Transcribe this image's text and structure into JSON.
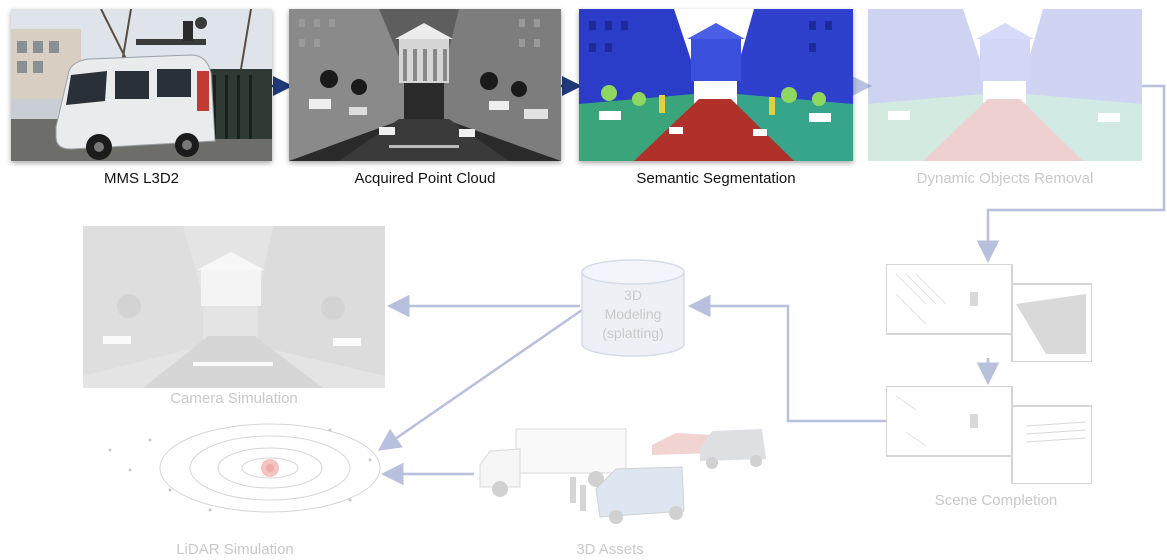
{
  "pipeline": {
    "stages": [
      {
        "label": "MMS L3D2",
        "active": true
      },
      {
        "label": "Acquired Point Cloud",
        "active": true
      },
      {
        "label": "Semantic Segmentation",
        "active": true
      },
      {
        "label": "Dynamic Objects Removal",
        "active": false
      }
    ]
  },
  "modeling": {
    "line1": "3D",
    "line2": "Modeling",
    "line3": "(splatting)"
  },
  "outputs": {
    "camera": "Camera Simulation",
    "lidar": "LiDAR Simulation",
    "assets": "3D Assets",
    "scene": "Scene Completion"
  },
  "colors": {
    "arrow_dark": "#1f3a78",
    "arrow_light": "#b7c0dc",
    "segmentation_blue": "#2b3cc8",
    "segmentation_road": "#b0302a",
    "segmentation_green": "#3aa57a"
  }
}
